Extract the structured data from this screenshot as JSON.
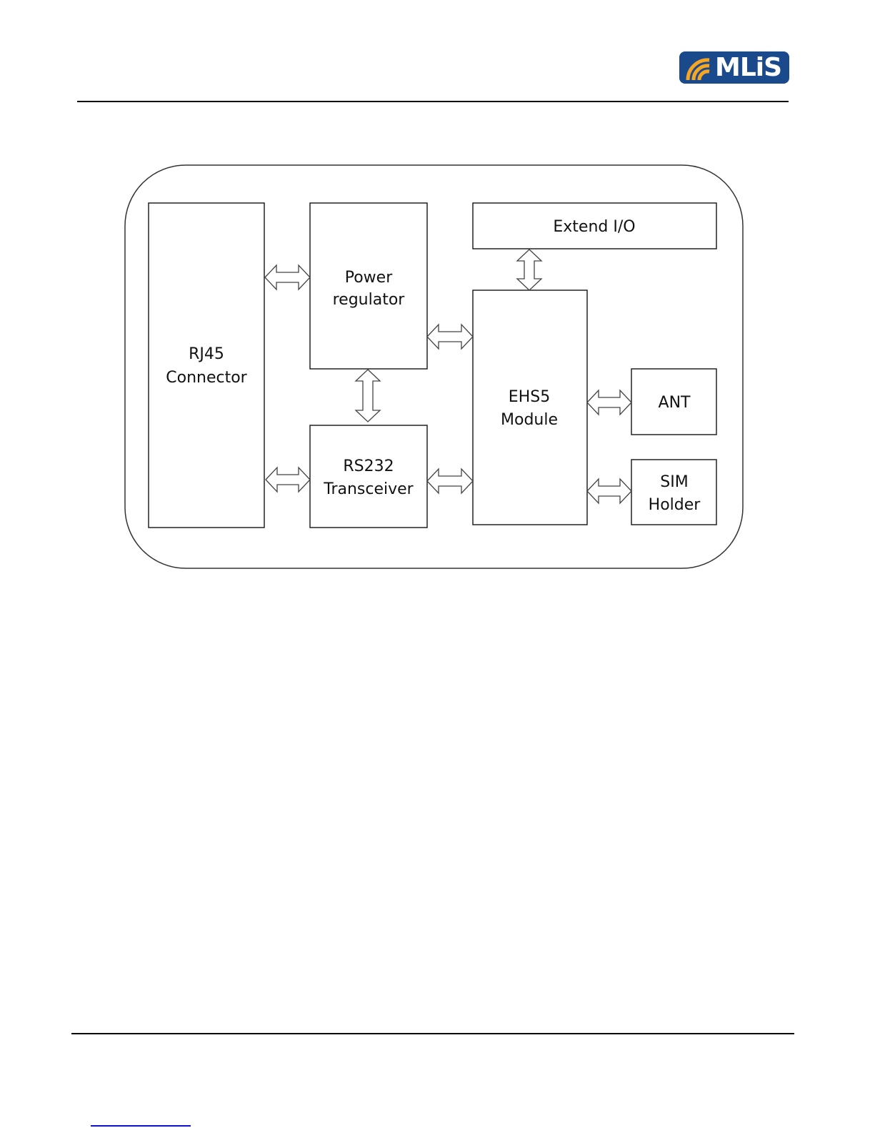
{
  "header": {
    "logo_text": "MLiS"
  },
  "diagram": {
    "blocks": {
      "rj45": [
        "RJ45",
        "Connector"
      ],
      "power": [
        "Power",
        "regulator"
      ],
      "rs232": [
        "RS232",
        "Transceiver"
      ],
      "extend": [
        "Extend I/O"
      ],
      "ehs5": [
        "EHS5",
        "Module"
      ],
      "ant": [
        "ANT"
      ],
      "sim": [
        "SIM",
        "Holder"
      ]
    }
  },
  "colors": {
    "logo_bg": "#1b4a8c",
    "logo_waves": "#f5a623"
  }
}
